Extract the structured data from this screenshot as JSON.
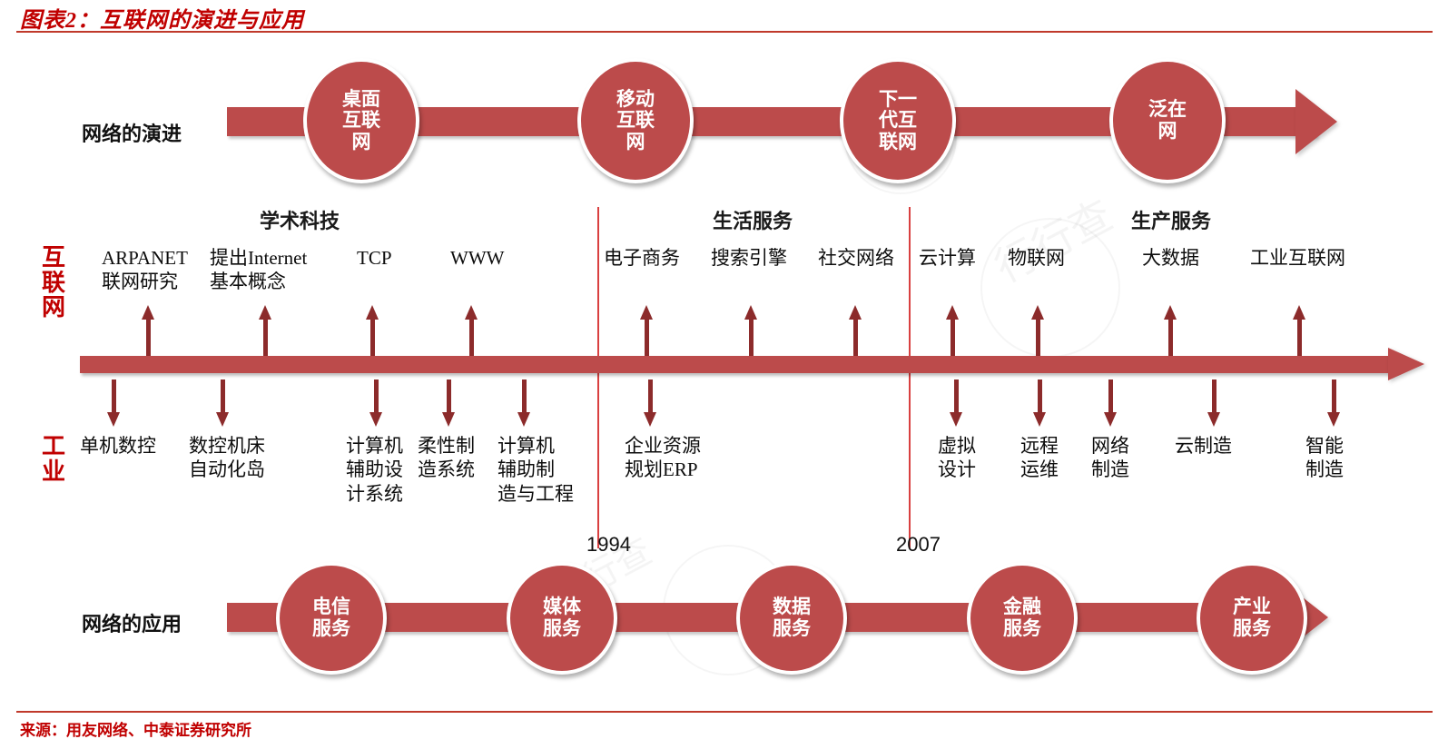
{
  "title": "图表2：互联网的演进与应用",
  "source": "来源：用友网络、中泰证券研究所",
  "colors": {
    "accent": "#C00000",
    "node": "#BC4B4B",
    "arrow": "#8C2B2B",
    "divider": "#D94040"
  },
  "evolution": {
    "label": "网络的演进",
    "nodes": [
      {
        "lines": [
          "桌面",
          "互联",
          "网"
        ]
      },
      {
        "lines": [
          "移动",
          "互联",
          "网"
        ]
      },
      {
        "lines": [
          "下一",
          "代互",
          "联网"
        ]
      },
      {
        "lines": [
          "泛在",
          "网"
        ]
      }
    ]
  },
  "application": {
    "label": "网络的应用",
    "nodes": [
      {
        "lines": [
          "电信",
          "服务"
        ]
      },
      {
        "lines": [
          "媒体",
          "服务"
        ]
      },
      {
        "lines": [
          "数据",
          "服务"
        ]
      },
      {
        "lines": [
          "金融",
          "服务"
        ]
      },
      {
        "lines": [
          "产业",
          "服务"
        ]
      }
    ]
  },
  "side_labels": {
    "internet": [
      "互",
      "联",
      "网"
    ],
    "industry": [
      "工",
      "业"
    ]
  },
  "eras": [
    {
      "heading": "学术科技"
    },
    {
      "heading": "生活服务"
    },
    {
      "heading": "生产服务"
    }
  ],
  "years": [
    "1994",
    "2007"
  ],
  "internet_items": [
    {
      "lines": [
        "ARPANET",
        "联网研究"
      ]
    },
    {
      "lines": [
        "提出Internet",
        "基本概念"
      ]
    },
    {
      "lines": [
        "TCP"
      ]
    },
    {
      "lines": [
        "WWW"
      ]
    },
    {
      "lines": [
        "电子商务"
      ]
    },
    {
      "lines": [
        "搜索引擎"
      ]
    },
    {
      "lines": [
        "社交网络"
      ]
    },
    {
      "lines": [
        "云计算"
      ]
    },
    {
      "lines": [
        "物联网"
      ]
    },
    {
      "lines": [
        "大数据"
      ]
    },
    {
      "lines": [
        "工业互联网"
      ]
    }
  ],
  "industry_items": [
    {
      "lines": [
        "单机数控"
      ]
    },
    {
      "lines": [
        "数控机床",
        "自动化岛"
      ]
    },
    {
      "lines": [
        "计算机",
        "辅助设",
        "计系统"
      ]
    },
    {
      "lines": [
        "柔性制",
        "造系统"
      ]
    },
    {
      "lines": [
        "计算机",
        "辅助制",
        "造与工程"
      ]
    },
    {
      "lines": [
        "企业资源",
        "规划ERP"
      ]
    },
    {
      "lines": [
        "虚拟",
        "设计"
      ]
    },
    {
      "lines": [
        "远程",
        "运维"
      ]
    },
    {
      "lines": [
        "网络",
        "制造"
      ]
    },
    {
      "lines": [
        "云制造"
      ]
    },
    {
      "lines": [
        "智能",
        "制造"
      ]
    }
  ]
}
